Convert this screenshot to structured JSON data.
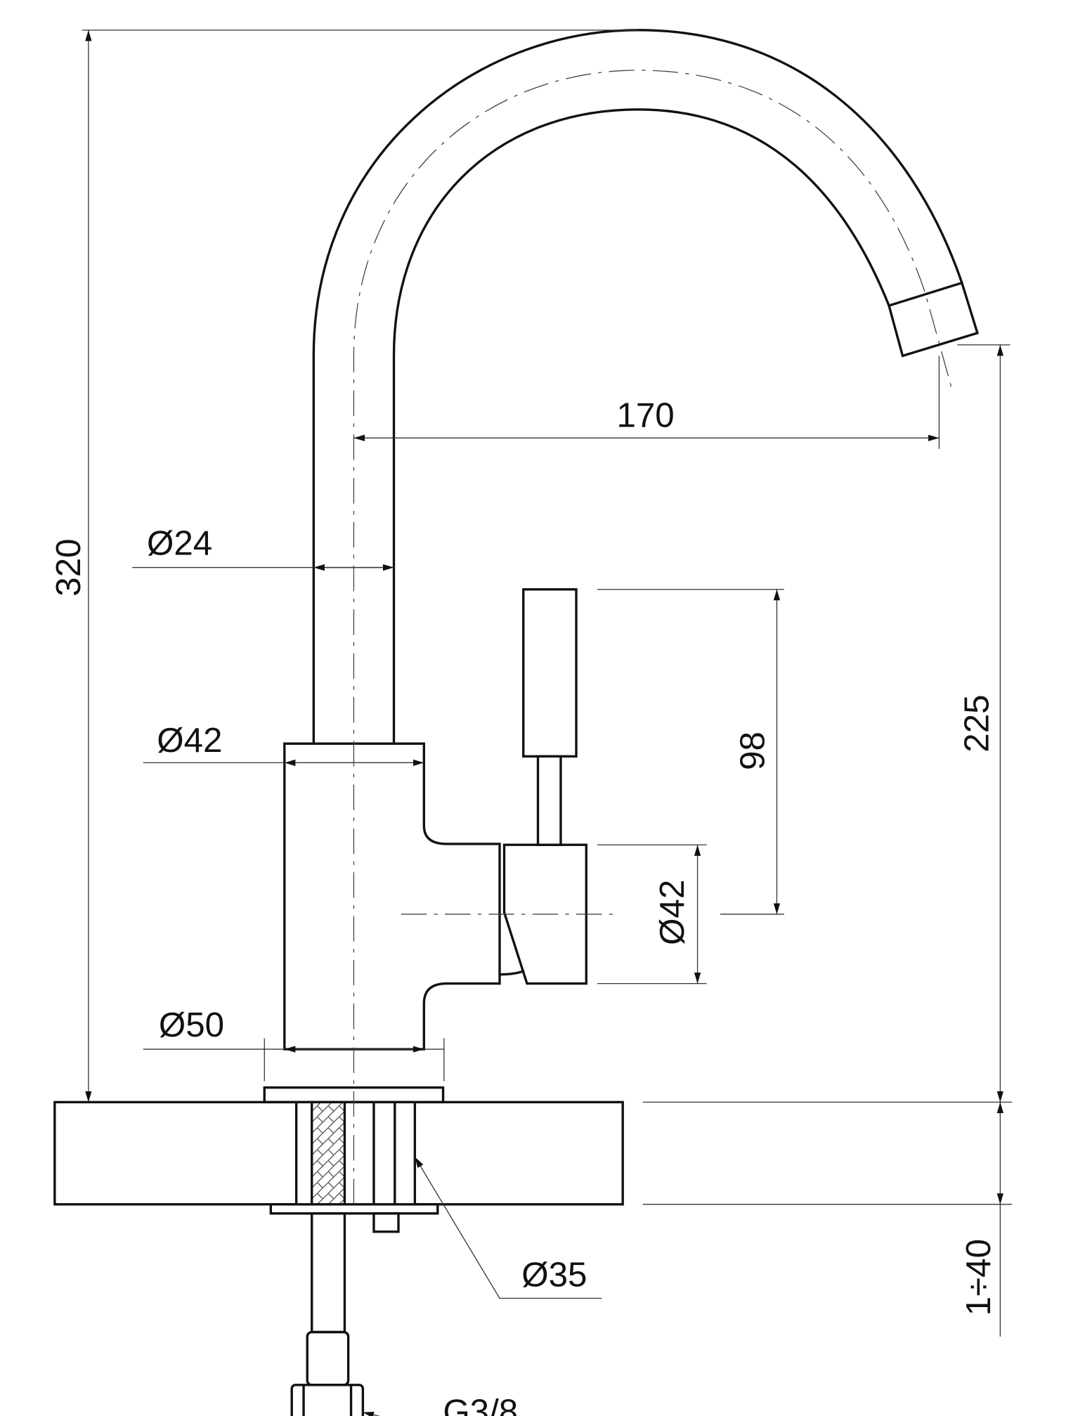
{
  "title": "Kitchen faucet dimension drawing",
  "dimensions": {
    "total_height": "320",
    "spout_reach": "170",
    "tube_diameter": "Ø24",
    "body_diameter": "Ø42",
    "handle_height": "98",
    "cartridge_diameter": "Ø42",
    "spout_height": "225",
    "base_diameter": "Ø50",
    "mounting_hole": "Ø35",
    "counter_thickness": "1÷40",
    "connection_thread": "G3/8"
  }
}
